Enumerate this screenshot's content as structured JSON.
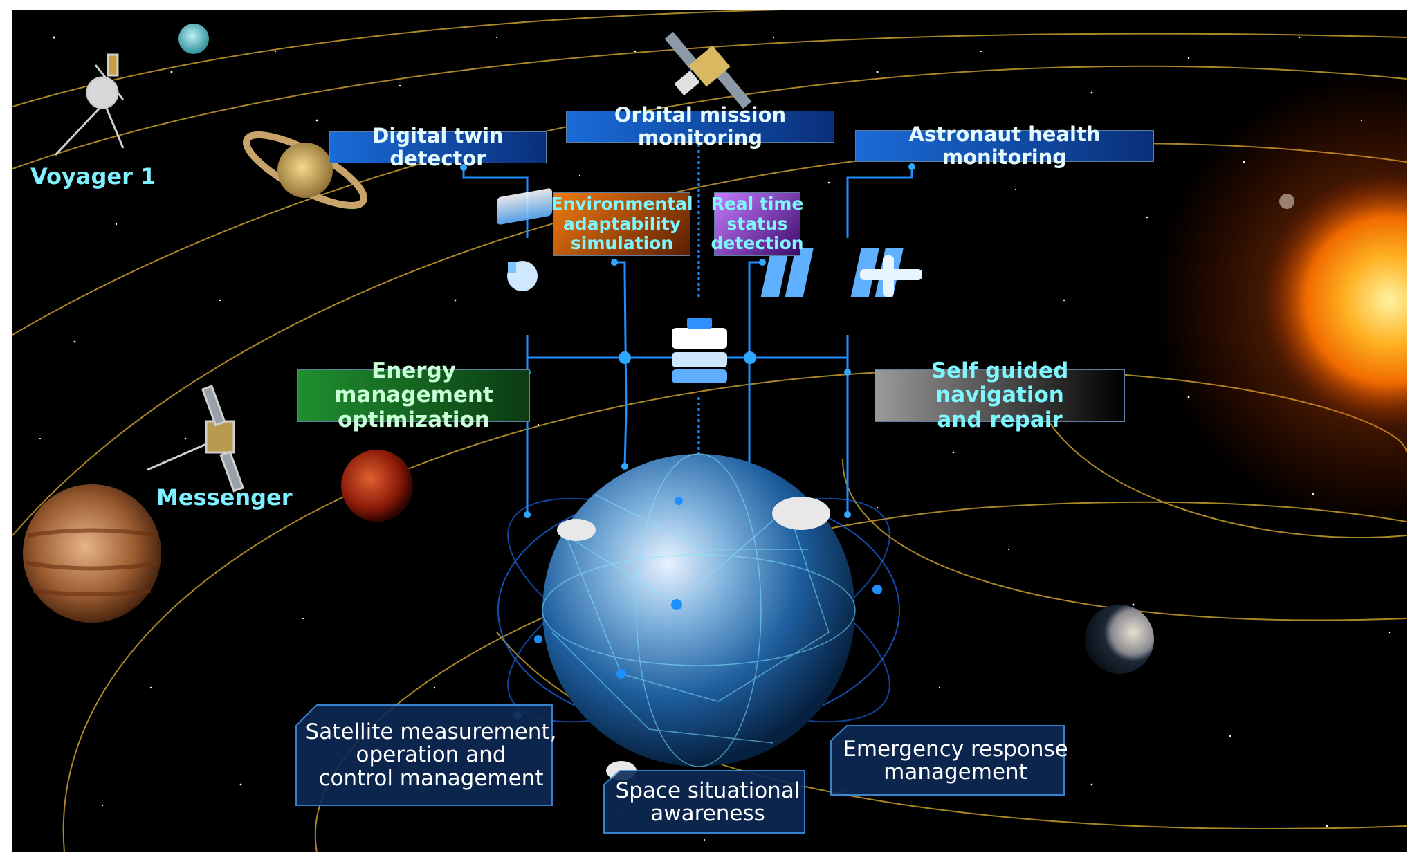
{
  "labels": {
    "orbital_mission": "Orbital mission monitoring",
    "digital_twin": "Digital twin detector",
    "astronaut_health": "Astronaut health monitoring",
    "environmental": "Environmental\nadaptability\nsimulation",
    "real_time": "Real time\nstatus\ndetection",
    "energy": "Energy management\noptimization",
    "self_guided": "Self guided navigation\nand repair"
  },
  "plates": {
    "satellite": "Satellite measurement,\noperation and\ncontrol management",
    "space_awareness": "Space situational\nawareness",
    "emergency": "Emergency response\nmanagement"
  },
  "probes": {
    "voyager": "Voyager 1",
    "messenger": "Messenger"
  },
  "colors": {
    "space": "#000000",
    "orbit": "#c8a030",
    "connector": "#1e8fff",
    "label_text": "#7ff7ff"
  }
}
